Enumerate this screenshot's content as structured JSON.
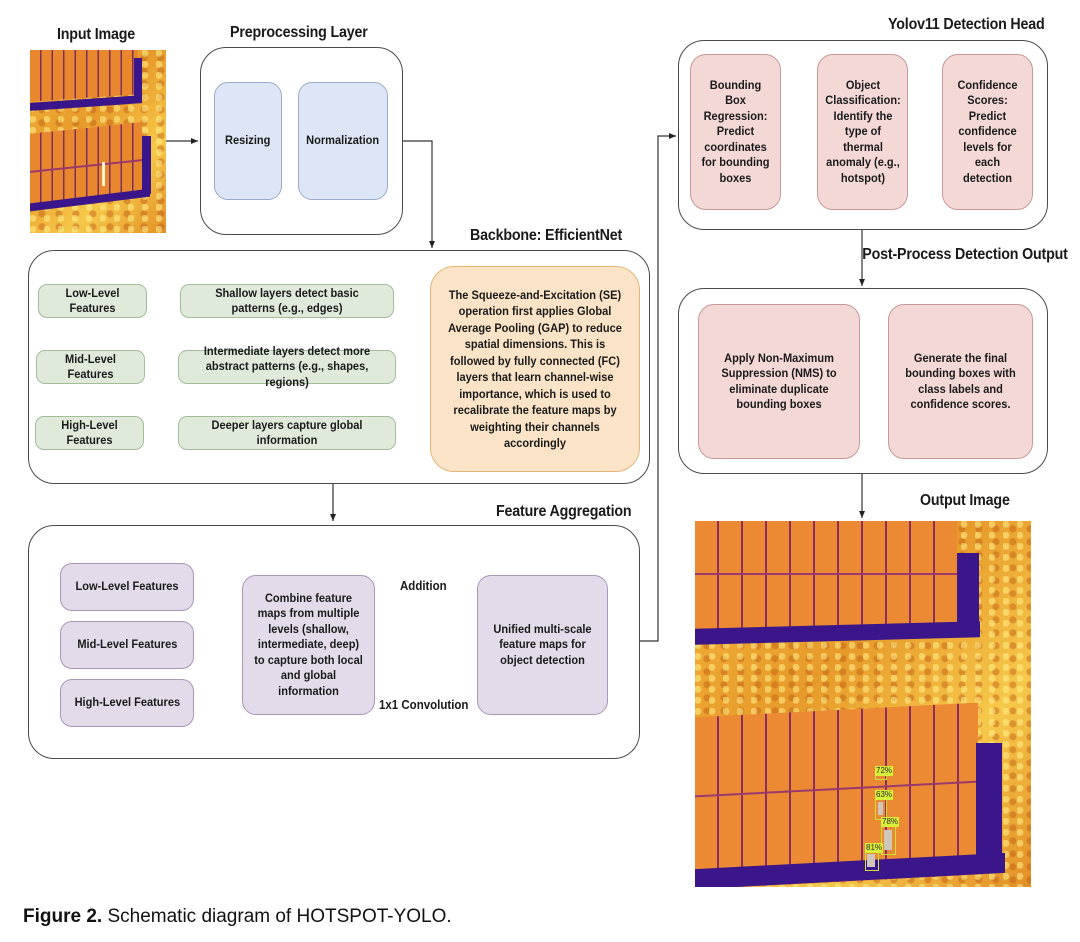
{
  "figure": {
    "caption_label": "Figure 2.",
    "caption_text": " Schematic diagram of HOTSPOT-YOLO."
  },
  "input_image": {
    "title": "Input Image"
  },
  "preprocessing": {
    "title": "Preprocessing Layer",
    "steps": [
      "Resizing",
      "Normalization"
    ]
  },
  "backbone": {
    "title": "Backbone: EfficientNet",
    "levels": [
      {
        "label": "Low-Level Features",
        "description": "Shallow layers detect basic patterns (e.g., edges)"
      },
      {
        "label": "Mid-Level Features",
        "description": "Intermediate layers detect more abstract patterns (e.g., shapes, regions)"
      },
      {
        "label": "High-Level Features",
        "description": "Deeper layers capture global information"
      }
    ],
    "se_block": "The Squeeze-and-Excitation (SE) operation first applies Global Average Pooling (GAP) to reduce spatial dimensions. This is followed by fully connected (FC) layers that learn channel-wise importance, which is used to recalibrate the feature maps by weighting their channels accordingly"
  },
  "feature_aggregation": {
    "title": "Feature Aggregation",
    "inputs": [
      "Low-Level Features",
      "Mid-Level Features",
      "High-Level Features"
    ],
    "combine": "Combine feature maps from multiple levels (shallow, intermediate, deep) to capture both local and global information",
    "addition_label": "Addition",
    "convolution_label": "1x1 Convolution",
    "output": "Unified multi-scale feature maps for object detection"
  },
  "detection_head": {
    "title": "Yolov11 Detection Head",
    "steps": [
      "Bounding Box Regression: Predict coordinates for bounding boxes",
      "Object Classification: Identify the type of thermal anomaly (e.g., hotspot)",
      "Confidence Scores: Predict confidence levels for each detection"
    ]
  },
  "post_process": {
    "title": "Post-Process Detection Output",
    "steps": [
      "Apply Non-Maximum Suppression (NMS) to eliminate duplicate bounding boxes",
      "Generate the final bounding boxes with class labels and confidence scores."
    ]
  },
  "output_image": {
    "title": "Output Image",
    "detections": [
      {
        "label": "72%"
      },
      {
        "label": "63%"
      },
      {
        "label": "78%"
      },
      {
        "label": "81%"
      }
    ]
  },
  "colors": {
    "preprocessing_fill": "#dde6f6",
    "backbone_fill": "#dfeadb",
    "se_fill": "#fbe3c8",
    "aggregation_fill": "#e4dbea",
    "head_fill": "#f4d8d6",
    "detection_box": "#d8ef3a"
  }
}
